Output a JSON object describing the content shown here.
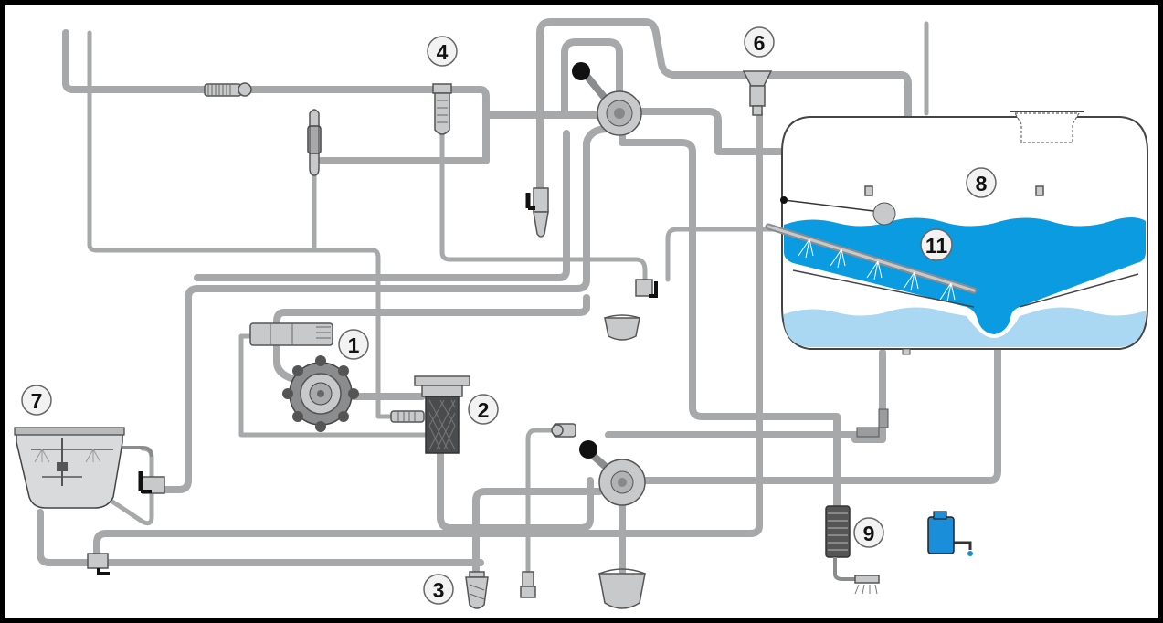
{
  "diagram": {
    "labels": [
      {
        "id": "1",
        "text": "1"
      },
      {
        "id": "2",
        "text": "2"
      },
      {
        "id": "3",
        "text": "3"
      },
      {
        "id": "4",
        "text": "4"
      },
      {
        "id": "6",
        "text": "6"
      },
      {
        "id": "7",
        "text": "7"
      },
      {
        "id": "8",
        "text": "8"
      },
      {
        "id": "9",
        "text": "9"
      },
      {
        "id": "11",
        "text": "11"
      }
    ],
    "colors": {
      "pipe": "#a6a8aa",
      "water_main": "#0a9be0",
      "water_light": "#aad8f2",
      "tank_outline": "#444444",
      "canister": "#1a8ed8"
    },
    "icons": [
      "pump-icon",
      "filter-icon",
      "suction-strainer-icon",
      "pressure-valve-icon",
      "three-way-valve-icon",
      "main-tank-icon",
      "induction-hopper-icon",
      "hose-reel-icon",
      "canister-icon",
      "bucket-icon"
    ]
  }
}
